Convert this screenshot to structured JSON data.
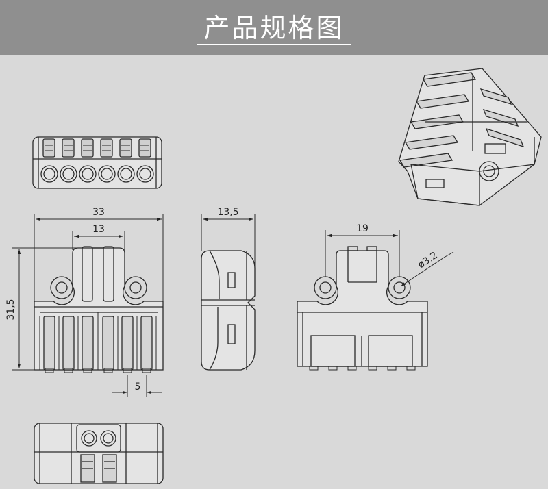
{
  "title": "产品规格图",
  "dimensions": {
    "front_width": "33",
    "front_top_width": "13",
    "front_height": "31,5",
    "pitch": "5",
    "side_depth": "13,5",
    "rear_hole_spacing": "19",
    "hole_diameter": "ø3,2"
  }
}
